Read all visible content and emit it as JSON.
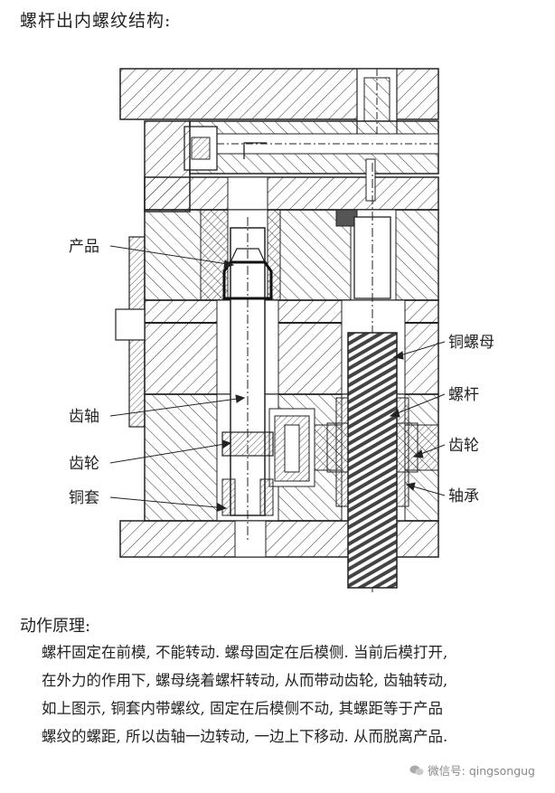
{
  "title": "螺杆出内螺纹结构:",
  "labels": {
    "product": "产品",
    "gear_shaft": "齿轴",
    "gear_left": "齿轮",
    "copper_sleeve": "铜套",
    "copper_nut": "铜螺母",
    "screw": "螺杆",
    "gear_right": "齿轮",
    "bearing": "轴承"
  },
  "principle": {
    "heading": "动作原理:",
    "lines": [
      "螺杆固定在前模, 不能转动. 螺母固定在后模侧. 当前后模打开,",
      "在外力的作用下, 螺母绕着螺杆转动, 从而带动齿轮, 齿轴转动,",
      "如上图示, 铜套内带螺纹, 固定在后模侧不动, 其螺距等于产品",
      "螺纹的螺距, 所以齿轴一边转动, 一边上下移动. 从而脱离产品."
    ]
  },
  "watermark": "微信号: qingsongug",
  "icons": {
    "watermark": "wechat-icon"
  }
}
